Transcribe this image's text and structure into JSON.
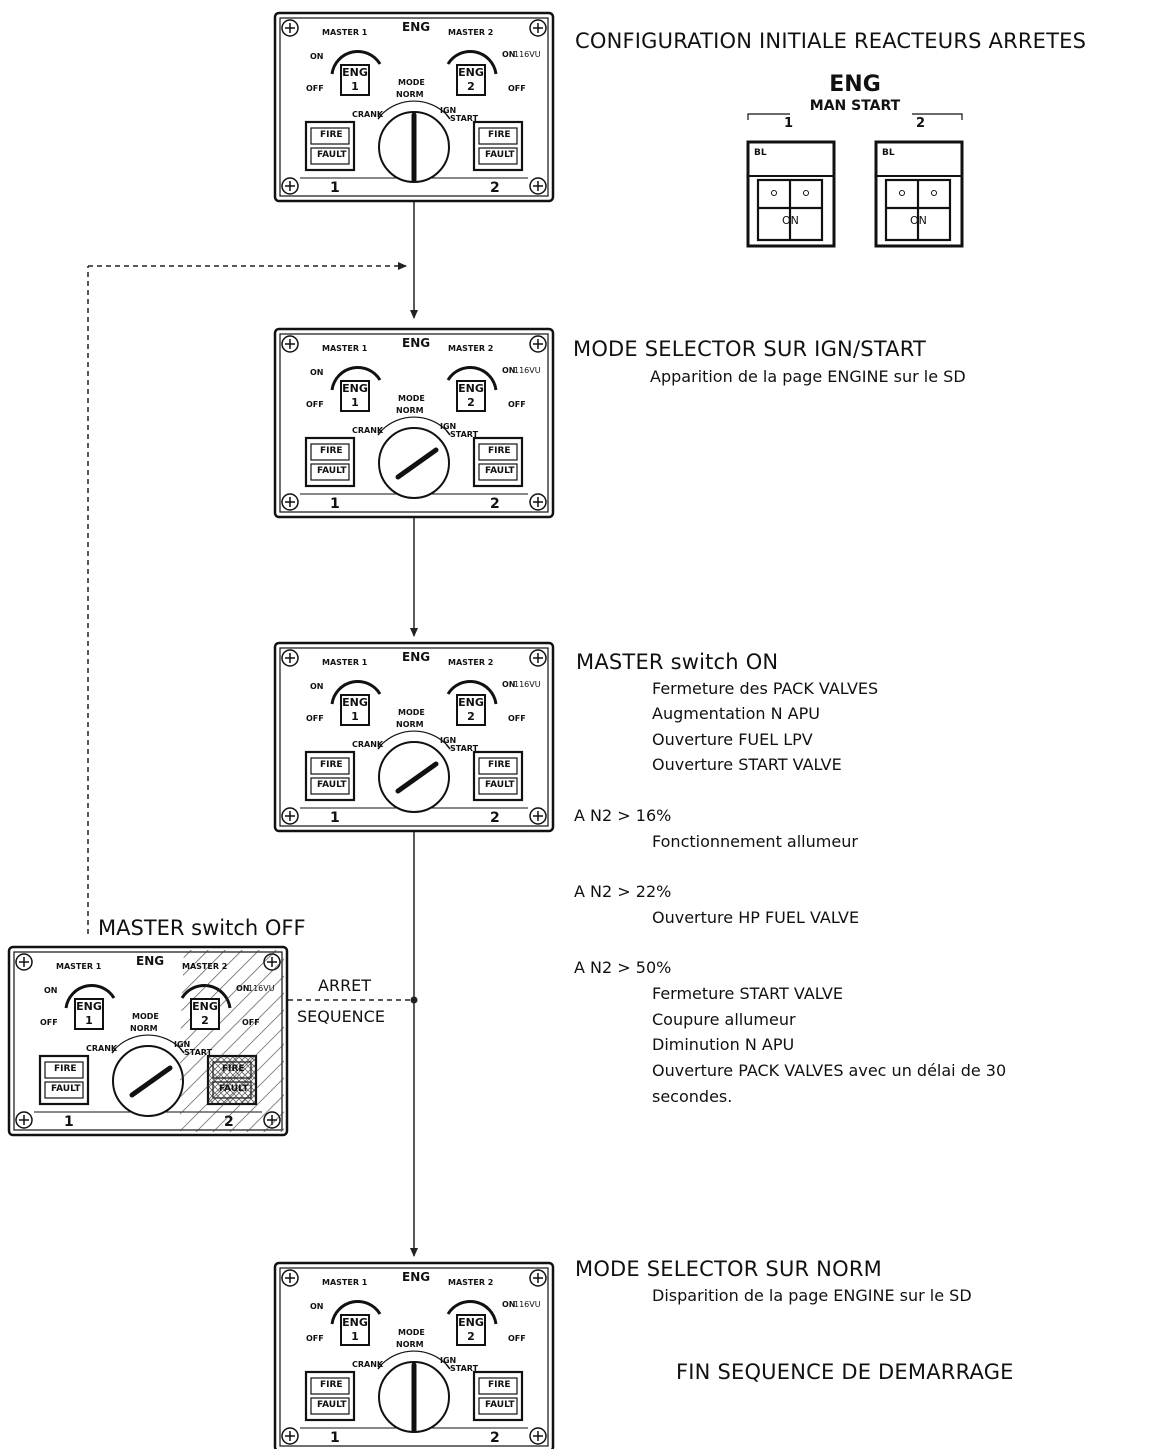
{
  "panel_labels": {
    "eng": "ENG",
    "master1": "MASTER 1",
    "master2": "MASTER 2",
    "on": "ON",
    "off": "OFF",
    "panel_id": "116VU",
    "eng_switch_1": [
      "ENG",
      "1"
    ],
    "eng_switch_2": [
      "ENG",
      "2"
    ],
    "mode": "MODE",
    "norm": "NORM",
    "crank": "CRANK",
    "ign": "IGN",
    "start": "START",
    "fire": "FIRE",
    "fault": "FAULT",
    "num1": "1",
    "num2": "2"
  },
  "step1": {
    "title": "CONFIGURATION INITIALE  REACTEURS ARRETES"
  },
  "man_start_panel": {
    "eng": "ENG",
    "title": "MAN START",
    "n1": "1",
    "n2": "2",
    "bl": "BL",
    "on": "ON"
  },
  "step2": {
    "title": "MODE SELECTOR SUR IGN/START",
    "items": [
      "Apparition de la page ENGINE sur le SD"
    ]
  },
  "step3": {
    "title": "MASTER switch ON",
    "items": [
      "Fermeture des PACK VALVES",
      "Augmentation N APU",
      "Ouverture FUEL LPV",
      "Ouverture START VALVE"
    ]
  },
  "n2_16": {
    "title": "A  N2 > 16%",
    "items": [
      "Fonctionnement allumeur"
    ]
  },
  "n2_22": {
    "title": "A  N2 > 22%",
    "items": [
      "Ouverture HP FUEL VALVE"
    ]
  },
  "n2_50": {
    "title": "A  N2 > 50%",
    "items": [
      "Fermeture START VALVE",
      "Coupure allumeur",
      "Diminution N APU",
      "Ouverture PACK VALVES avec un délai de 30",
      "secondes."
    ]
  },
  "abort": {
    "title": "MASTER switch OFF",
    "arret": "ARRET",
    "sequence": "SEQUENCE"
  },
  "step4": {
    "title": "MODE SELECTOR SUR NORM",
    "items": [
      "Disparition de la page ENGINE sur le SD"
    ],
    "end": "FIN SEQUENCE DE DEMARRAGE"
  }
}
